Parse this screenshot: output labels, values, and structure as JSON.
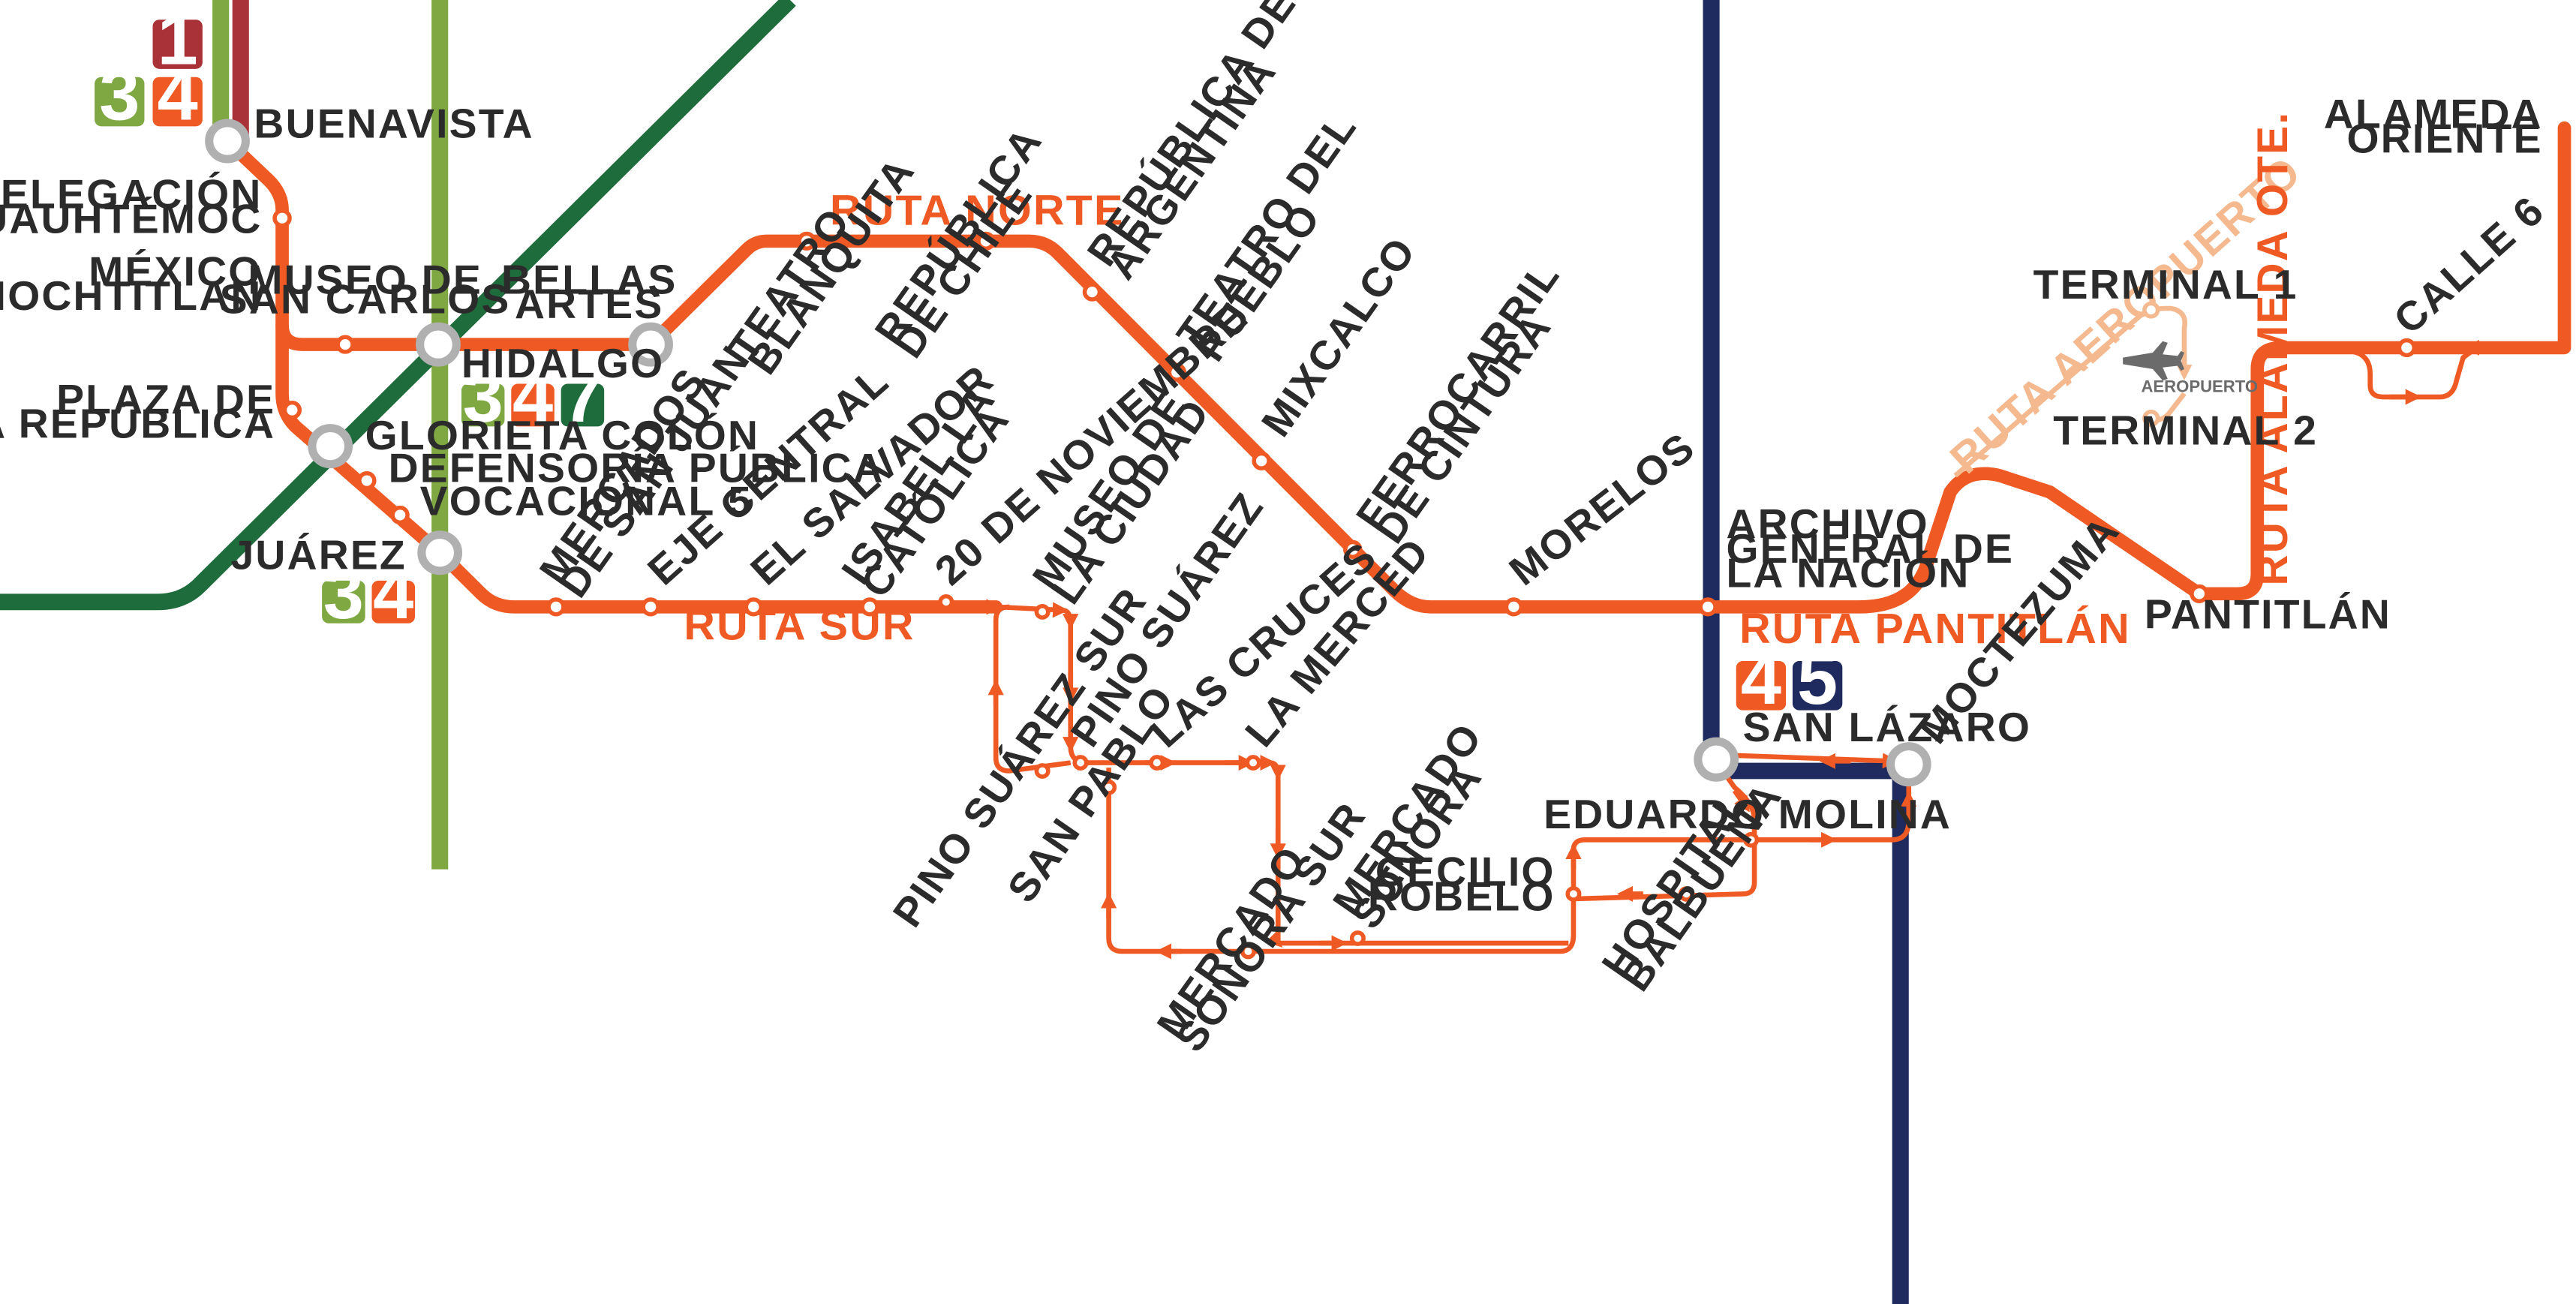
{
  "colors": {
    "route": "#ef5a24",
    "route_light": "#f5b98f",
    "line_green_light": "#7fa843",
    "line_green_dark": "#1e6b3b",
    "line_navy": "#1f2a5e",
    "line_red": "#a83238",
    "station_ring": "#b0b0b0"
  },
  "badges": {
    "b1": "1",
    "b3a": "3",
    "b4a": "4",
    "b3b": "3",
    "b4b": "4",
    "b7": "7",
    "b3c": "3",
    "b4c": "4",
    "b4d": "4",
    "b5": "5"
  },
  "routes": {
    "norte": "RUTA NORTE",
    "sur": "RUTA SUR",
    "pantitlan": "RUTA PANTITLÁN",
    "aeropuerto": "RUTA AEROPUERTO",
    "alameda": "RUTA ALAMEDA OTE."
  },
  "airport_label": "AEROPUERTO",
  "stations": {
    "buenavista": "BUENAVISTA",
    "delegacion": [
      "DELEGACIÓN",
      "CUAUHTÉMOC"
    ],
    "mexico_tenochtitlan": [
      "MÉXICO",
      "TENOCHTITLAN"
    ],
    "museo_san_carlos": [
      "MUSEO DE",
      "SAN CARLOS"
    ],
    "hidalgo": "HIDALGO",
    "bellas_artes": [
      "BELLAS",
      "ARTES"
    ],
    "plaza_republica": [
      "PLAZA DE",
      "LA REPÚBLICA"
    ],
    "glorieta_colon": "GLORIETA COLÓN",
    "defensoria": "DEFENSORÍA PÚBLICA",
    "vocacional": "VOCACIONAL 5",
    "juarez": "JUÁREZ",
    "teatro_blanquita": [
      "TEATRO",
      "BLANQUITA"
    ],
    "republica_chile": [
      "REPÚBLICA",
      "DE CHILE"
    ],
    "republica_argentina": [
      "REPÚBLICA DE",
      "ARGENTINA"
    ],
    "teatro_pueblo": [
      "TEATRO DEL",
      "PUEBLO"
    ],
    "mixcalco": "MIXCALCO",
    "ferrocarril": [
      "FERROCARRIL",
      "DE CINTURA"
    ],
    "morelos": "MORELOS",
    "archivo": [
      "ARCHIVO",
      "GENERAL DE",
      "LA NACIÓN"
    ],
    "mercados_san_juan": [
      "MERCADOS",
      "DE SAN JUAN"
    ],
    "eje_central": "EJE CENTRAL",
    "el_salvador": "EL SALVADOR",
    "isabel_catolica": [
      "ISABEL LA",
      "CATÓLICA"
    ],
    "veinte_noviembre": "20 DE NOVIEMBRE",
    "museo_ciudad": [
      "MUSEO DE",
      "LA CIUDAD"
    ],
    "pino_suarez": "PINO SUÁREZ",
    "las_cruces": "LAS CRUCES",
    "la_merced": "LA MERCED",
    "pino_suarez_sur": "PINO SUÁREZ SUR",
    "san_pablo": "SAN PABLO",
    "mercado_sonora": [
      "MERCADO",
      "SONORA"
    ],
    "mercado_sonora_sur": [
      "MERCADO",
      "SONORA SUR"
    ],
    "cecilio_robelo": [
      "CECILIO",
      "ROBELO"
    ],
    "hospital_balbuena": [
      "HOSPITAL",
      "BALBUENA"
    ],
    "eduardo_molina": "EDUARDO MOLINA",
    "san_lazaro": "SAN LÁZARO",
    "moctezuma": "MOCTEZUMA",
    "terminal1": "TERMINAL 1",
    "terminal2": "TERMINAL 2",
    "pantitlan": "PANTITLÁN",
    "calle6": "CALLE 6",
    "alameda_oriente": [
      "ALAMEDA",
      "ORIENTE"
    ]
  }
}
